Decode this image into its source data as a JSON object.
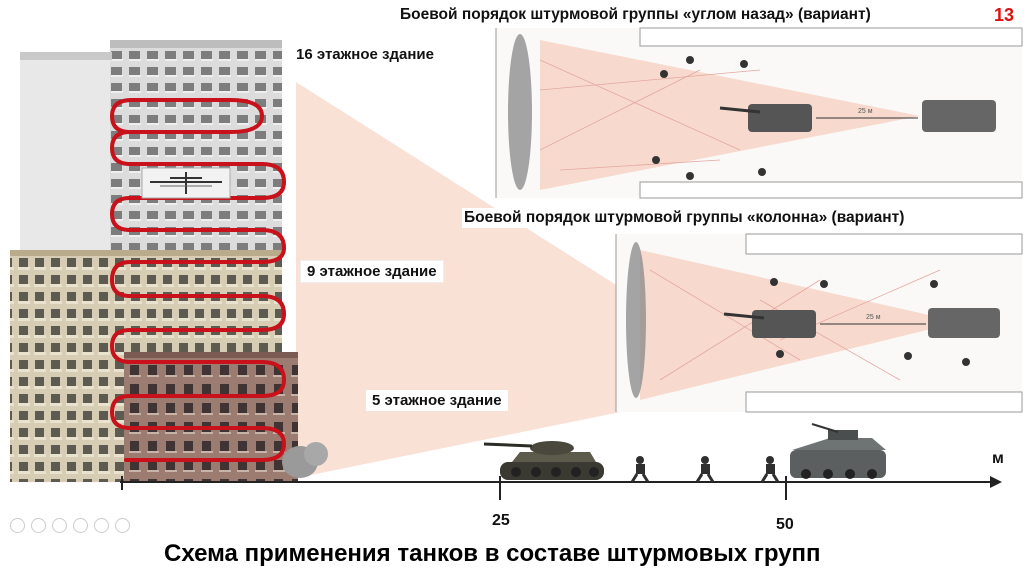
{
  "header": {
    "title_top": "Боевой порядок штурмовой группы «углом назад» (вариант)",
    "page_number": "13",
    "title_mid": "Боевой порядок штурмовой группы «колонна» (вариант)"
  },
  "buildings": {
    "b16": "16 этажное здание",
    "b9": "9 этажное здание",
    "b5": "5 этажное здание"
  },
  "axis": {
    "unit": "м",
    "tick_25": "25",
    "tick_50": "50"
  },
  "panels": {
    "top_distance": "25 м",
    "mid_distance": "25 м"
  },
  "footer": {
    "title": "Схема применения танков в составе штурмовых групп"
  },
  "colors": {
    "route": "#c8111a",
    "fire_zone": "#f6d2c2",
    "panel_bg": "#fbf9f8",
    "page_number": "#dd1111"
  },
  "icons": [
    "tank-icon",
    "apc-icon",
    "soldier-icon",
    "drone-icon",
    "smoke-icon"
  ]
}
